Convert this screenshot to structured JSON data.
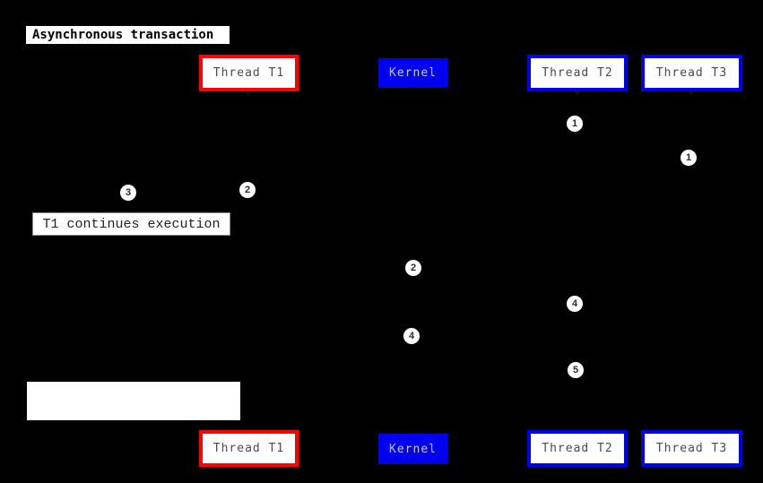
{
  "title": "Asynchronous transaction",
  "participants": {
    "t1": {
      "label": "Thread T1"
    },
    "kernel": {
      "label": "Kernel"
    },
    "t2": {
      "label": "Thread T2"
    },
    "t3": {
      "label": "Thread T3"
    }
  },
  "notes": {
    "t1_continues": {
      "text": "T1 continues execution"
    },
    "blank": {
      "text": ""
    }
  },
  "markers": [
    "1",
    "1",
    "3",
    "2",
    "2",
    "4",
    "4",
    "5"
  ],
  "colors": {
    "background": "#000000",
    "thread_t1_border": "#fe0000",
    "thread_t2_t3_border": "#0000ee",
    "kernel_fill": "#0000f0",
    "kernel_text": "#cccccc",
    "participant_text": "#4a4a4a",
    "note_fill": "#ffffff"
  }
}
